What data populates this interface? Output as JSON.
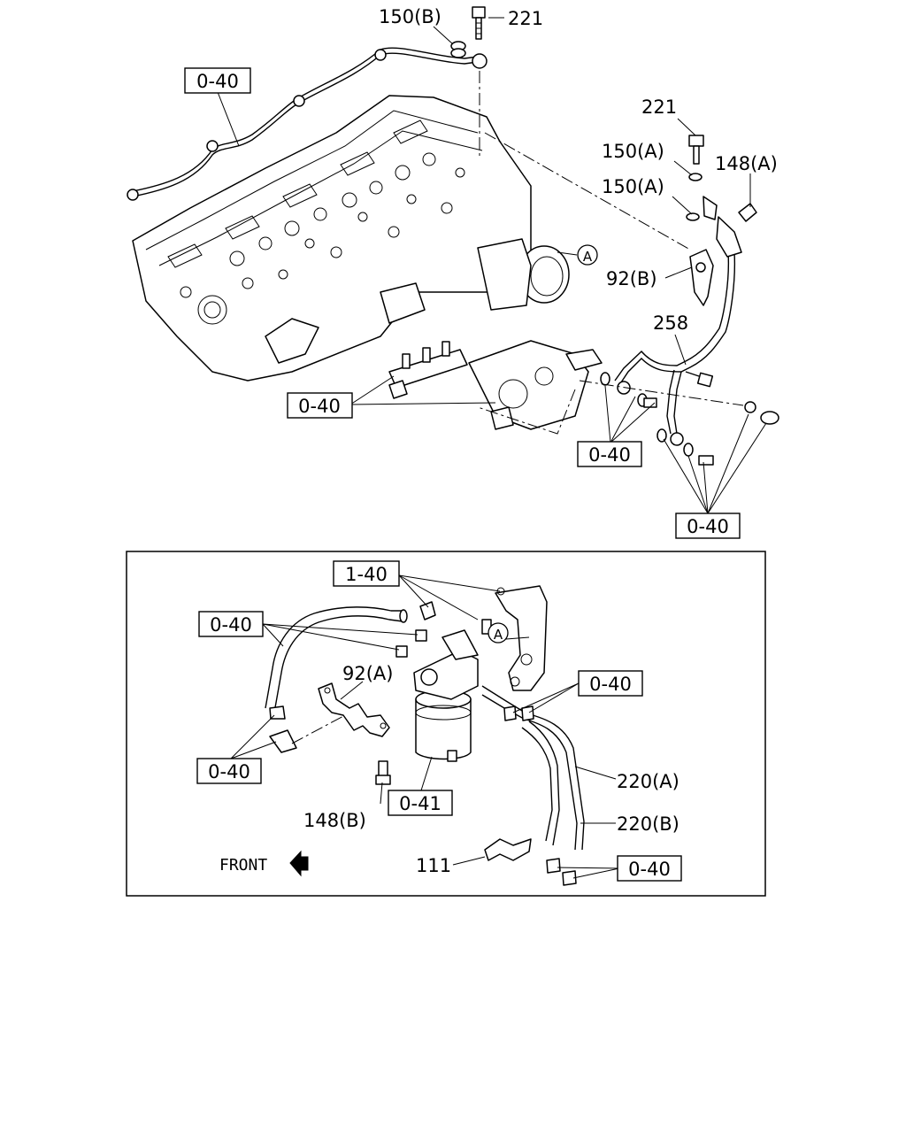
{
  "labels": {
    "p150b": "150(B)",
    "p221_top": "221",
    "p221_right": "221",
    "p150a_1": "150(A)",
    "p150a_2": "150(A)",
    "p148a": "148(A)",
    "p92b": "92(B)",
    "p258": "258",
    "p92a": "92(A)",
    "p148b": "148(B)",
    "p220a": "220(A)",
    "p220b": "220(B)",
    "p111": "111",
    "front": "FRONT"
  },
  "callouts": {
    "c040_a": "0-40",
    "c040_b": "0-40",
    "c040_c": "0-40",
    "c040_d": "0-40",
    "c140": "1-40",
    "c040_e": "0-40",
    "c040_f": "0-40",
    "c040_g": "0-40",
    "c041": "0-41",
    "c040_h": "0-40"
  },
  "markers": {
    "ref_a_top": "A",
    "ref_a_inset": "A"
  }
}
